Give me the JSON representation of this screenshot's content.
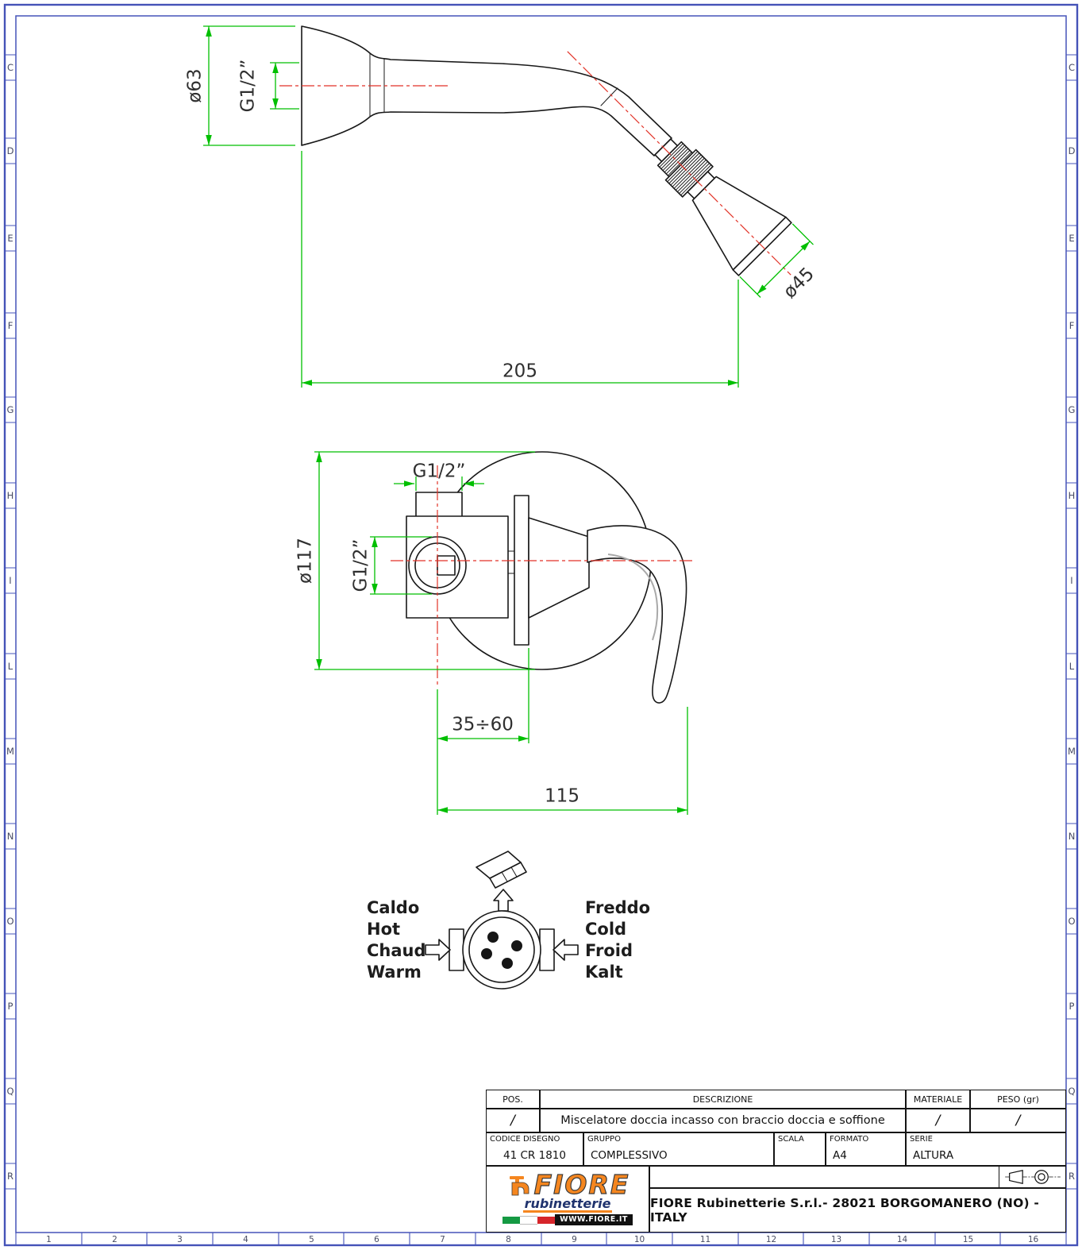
{
  "frame": {
    "row_labels": [
      "C",
      "D",
      "E",
      "F",
      "G",
      "H",
      "I",
      "L",
      "M",
      "N",
      "O",
      "P",
      "Q",
      "R"
    ],
    "col_labels": [
      "1",
      "2",
      "3",
      "4",
      "5",
      "6",
      "7",
      "8",
      "9",
      "10",
      "11",
      "12",
      "13",
      "14",
      "15",
      "16"
    ]
  },
  "shower_arm_view": {
    "flange_diameter": "ø63",
    "thread": "G1/2”",
    "length": "205",
    "head_diameter": "ø45"
  },
  "mixer_view": {
    "top_thread": "G1/2”",
    "plate_diameter": "ø117",
    "inlet_thread": "G1/2”",
    "wall_depth_range": "35÷60",
    "handle_length": "115"
  },
  "schematic": {
    "hot_labels": [
      "Caldo",
      "Hot",
      "Chaud",
      "Warm"
    ],
    "cold_labels": [
      "Freddo",
      "Cold",
      "Froid",
      "Kalt"
    ]
  },
  "title_block": {
    "pos_label": "POS.",
    "descrizione_label": "DESCRIZIONE",
    "materiale_label": "MATERIALE",
    "peso_label": "PESO (gr)",
    "pos_value": "/",
    "descrizione_value": "Miscelatore doccia incasso con braccio doccia e soffione",
    "materiale_value": "/",
    "peso_value": "/",
    "codice_disegno_label": "CODICE DISEGNO",
    "codice_disegno_value": "41 CR 1810",
    "gruppo_label": "GRUPPO",
    "gruppo_value": "COMPLESSIVO",
    "scala_label": "SCALA",
    "formato_label": "FORMATO",
    "formato_value": "A4",
    "serie_label": "SERIE",
    "serie_value": "ALTURA",
    "company_line": "FIORE Rubinetterie S.r.l.- 28021 BORGOMANERO (NO) - ITALY",
    "logo": {
      "brand": "FIORE",
      "sub_brand": "rubinetterie",
      "website": "WWW.FIORE.IT"
    }
  },
  "colors": {
    "dimension_green": "#00bf00",
    "centerline_red": "#e23227",
    "frame_blue": "#4553b8",
    "logo_orange": "#f5861f",
    "logo_navy": "#20336e"
  }
}
